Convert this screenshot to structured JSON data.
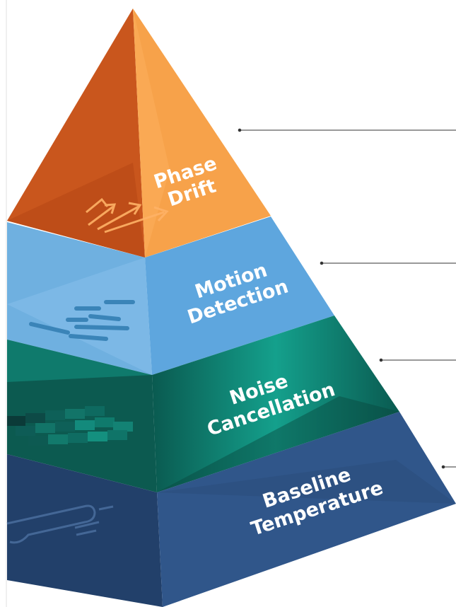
{
  "tiers": [
    {
      "id": "phase-drift",
      "line1": "Phase",
      "line2": "Drift",
      "icon": "arrows-icon"
    },
    {
      "id": "motion-detection",
      "line1": "Motion",
      "line2": "Detection",
      "icon": "motion-lines-icon"
    },
    {
      "id": "noise-cancellation",
      "line1": "Noise",
      "line2": "Cancellation",
      "icon": "grid-squares-icon"
    },
    {
      "id": "baseline-temperature",
      "line1": "Baseline",
      "line2": "Temperature",
      "icon": "thermometer-icon"
    }
  ],
  "colors": {
    "orange_light": "#f7a24a",
    "orange_dark": "#c9561d",
    "blue_light": "#7ab8e6",
    "blue_dark": "#4d8fc8",
    "teal_light": "#0f7a6a",
    "teal_dark": "#0b4f45",
    "navy_light": "#33598a",
    "navy_dark": "#1f3a5c"
  }
}
